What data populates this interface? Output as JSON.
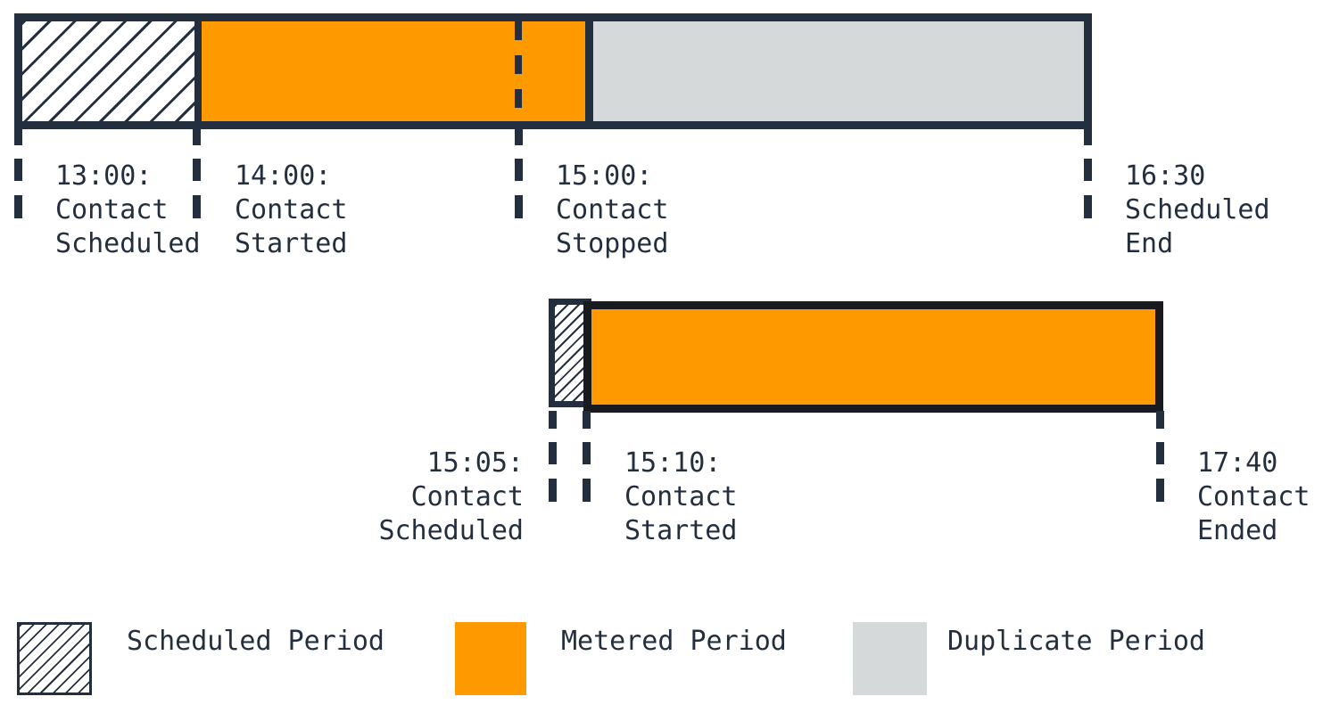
{
  "colors": {
    "navy": "#232F3E",
    "orange": "#FF9900",
    "gray": "#D5D9D9",
    "dark_border": "#191920"
  },
  "timeline1": {
    "events": [
      {
        "time": "13:00:",
        "lines": [
          "Contact",
          "Scheduled"
        ]
      },
      {
        "time": "14:00:",
        "lines": [
          "Contact",
          "Started"
        ]
      },
      {
        "time": "15:00:",
        "lines": [
          "Contact",
          "Stopped"
        ]
      },
      {
        "time": "16:30",
        "lines": [
          "Scheduled",
          "End"
        ]
      }
    ]
  },
  "timeline2": {
    "events": [
      {
        "time": "15:05:",
        "lines": [
          "Contact",
          "Scheduled"
        ]
      },
      {
        "time": "15:10:",
        "lines": [
          "Contact",
          "Started"
        ]
      },
      {
        "time": "17:40",
        "lines": [
          "Contact",
          "Ended"
        ]
      }
    ]
  },
  "legend": {
    "items": [
      {
        "label": "Scheduled Period",
        "swatch": "hatched"
      },
      {
        "label": "Metered Period",
        "swatch": "orange"
      },
      {
        "label": "Duplicate Period",
        "swatch": "gray"
      }
    ]
  }
}
